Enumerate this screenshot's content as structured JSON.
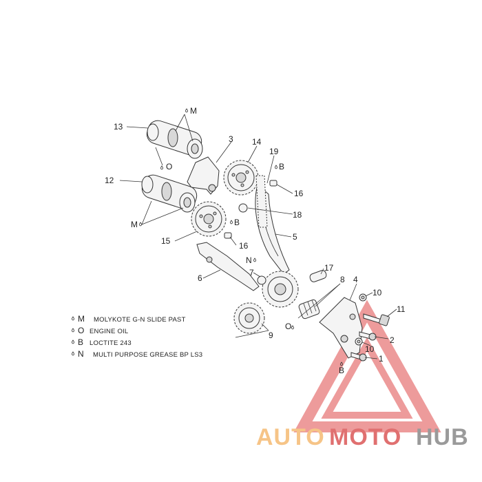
{
  "callouts": {
    "c1": "1",
    "c2": "2",
    "c3": "3",
    "c4": "4",
    "c5": "5",
    "c6": "6",
    "c7": "7",
    "c8": "8",
    "c9": "9",
    "c10a": "10",
    "c10b": "10",
    "c11": "11",
    "c12": "12",
    "c13": "13",
    "c14": "14",
    "c15": "15",
    "c16a": "16",
    "c16b": "16",
    "c17": "17",
    "c18": "18",
    "c19": "19"
  },
  "lube_marks": {
    "m_top": "M",
    "m_bottom": "M",
    "o_mid": "O",
    "o_bottom": "O",
    "b_top": "B",
    "b_mid": "B",
    "b_bottom": "B",
    "n_mid": "N"
  },
  "legend": [
    {
      "code": "M",
      "text": "MOLYKOTE G-N SLIDE PAST"
    },
    {
      "code": "O",
      "text": "ENGINE OIL"
    },
    {
      "code": "B",
      "text": "LOCTITE 243"
    },
    {
      "code": "N",
      "text": "MULTI PURPOSE GREASE BP LS3"
    }
  ],
  "watermark": {
    "part1": "AUTO",
    "part2": "MOTO",
    "part3": "HUB",
    "color_auto": "#f6c487",
    "color_moto": "#e07070",
    "color_hub": "#9a9a9a",
    "triangle_color": "#e87a7a"
  }
}
